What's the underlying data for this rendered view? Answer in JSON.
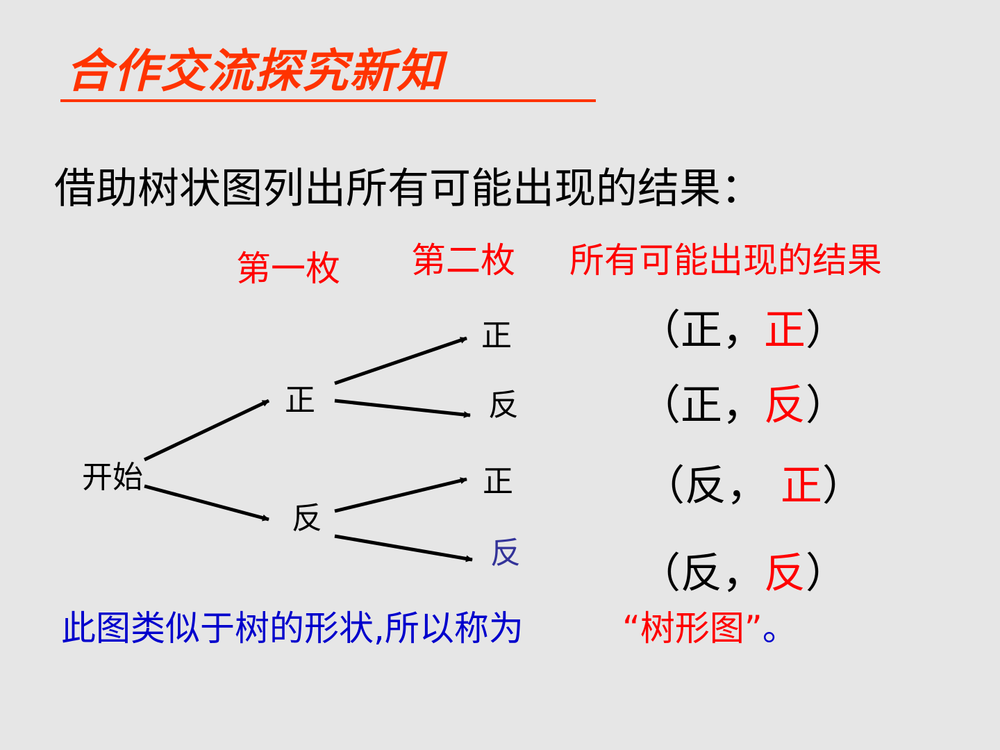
{
  "title": "合作交流探究新知",
  "subtitle": "借助树状图列出所有可能出现的结果：",
  "columns": {
    "first": "第一枚",
    "second": "第二枚",
    "all_results": "所有可能出现的结果"
  },
  "tree": {
    "start": "开始",
    "level1": [
      "正",
      "反"
    ],
    "level2": [
      "正",
      "反",
      "正",
      "反"
    ]
  },
  "results": [
    {
      "open": "（",
      "first": "正",
      "sep": "，",
      "second": "正",
      "close": "）"
    },
    {
      "open": "（",
      "first": "正",
      "sep": "，",
      "second": "反",
      "close": "）"
    },
    {
      "open": "（",
      "first": "反",
      "sep": "，",
      "second": "正",
      "close": "）"
    },
    {
      "open": "（",
      "first": "反",
      "sep": "，",
      "second": "反",
      "close": "）"
    }
  ],
  "footer": {
    "text": "此图类似于树的形状,所以称为",
    "quoted": "“树形图”",
    "end": "。"
  },
  "colors": {
    "background": "#e6e6e6",
    "title": "#ff3300",
    "accent_red": "#ff0000",
    "footer_blue": "#0000cc",
    "node_blue": "#333399"
  }
}
